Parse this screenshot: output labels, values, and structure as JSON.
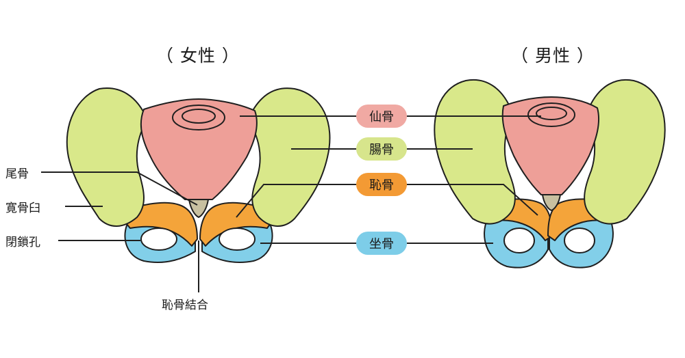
{
  "titles": {
    "female": "（ 女性 ）",
    "male": "（ 男性 ）"
  },
  "center_labels": [
    {
      "text": "仙骨",
      "color": "#f0a9a3"
    },
    {
      "text": "腸骨",
      "color": "#d7e58c"
    },
    {
      "text": "恥骨",
      "color": "#f39a34"
    },
    {
      "text": "坐骨",
      "color": "#7dcde8"
    }
  ],
  "left_labels": {
    "coccyx": "尾骨",
    "acetabulum": "寛骨臼",
    "obturator": "閉鎖孔"
  },
  "bottom_label": "恥骨結合",
  "colors": {
    "ilium": "#d9e88a",
    "sacrum": "#ee9f98",
    "pubis": "#f4a43a",
    "ischium": "#82cfe9",
    "coccyx": "#c8c0a0",
    "outline": "#1f1f1f"
  }
}
